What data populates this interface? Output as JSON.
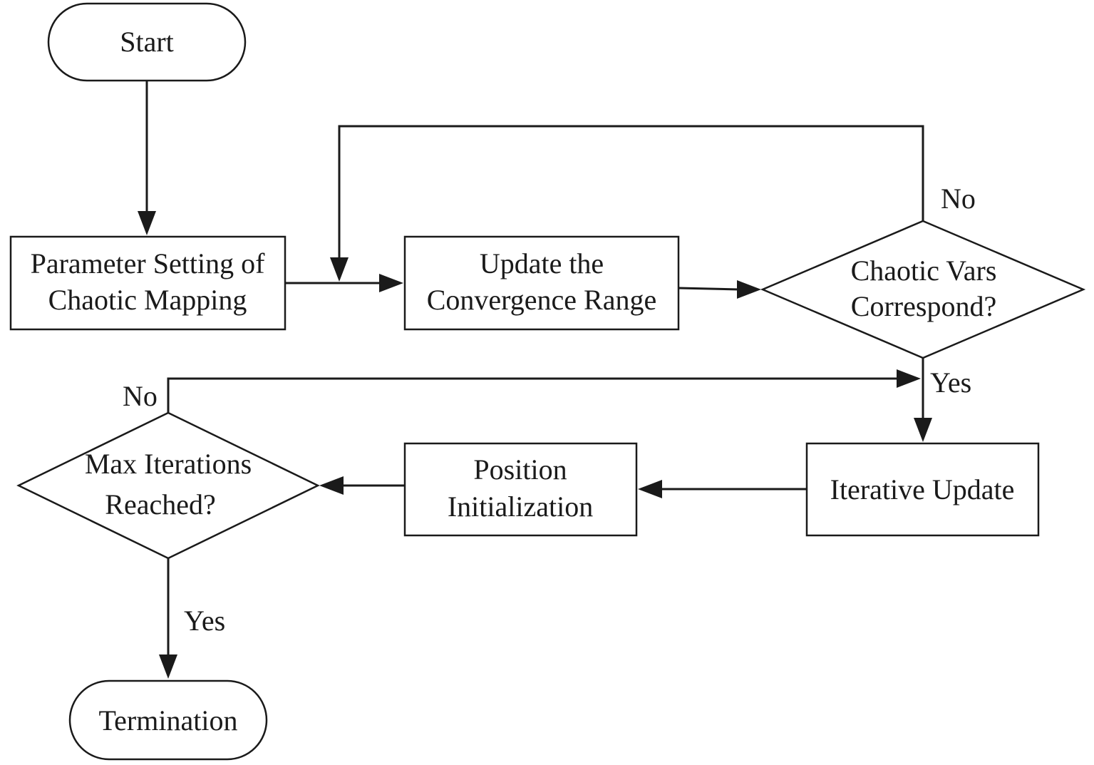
{
  "nodes": {
    "start": {
      "lines": [
        "Start"
      ]
    },
    "param": {
      "lines": [
        "Parameter Setting of",
        "Chaotic Mapping"
      ]
    },
    "update_range": {
      "lines": [
        "Update the",
        "Convergence Range"
      ]
    },
    "decision_chaotic": {
      "lines": [
        "Chaotic Vars",
        "Correspond?"
      ]
    },
    "iterative": {
      "lines": [
        "Iterative Update"
      ]
    },
    "position": {
      "lines": [
        "Position",
        "Initialization"
      ]
    },
    "decision_max": {
      "lines": [
        "Max Iterations",
        "Reached?"
      ]
    },
    "termination": {
      "lines": [
        "Termination"
      ]
    }
  },
  "edge_labels": {
    "chaotic_no": "No",
    "chaotic_yes": "Yes",
    "max_no": "No",
    "max_yes": "Yes"
  }
}
